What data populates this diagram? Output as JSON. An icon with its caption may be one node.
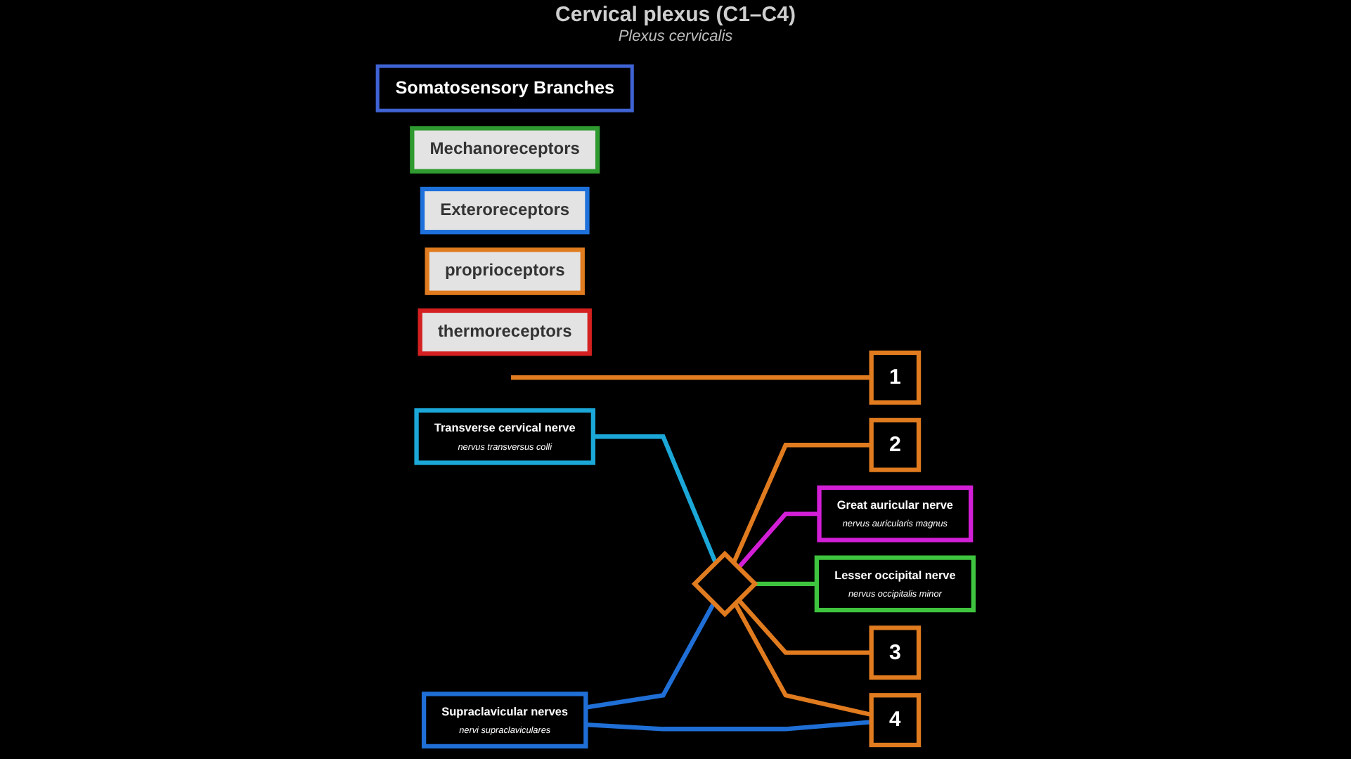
{
  "diagram": {
    "title": "Cervical plexus (C1–C4)",
    "nodes": [
      {
        "text": [
          "Somatosensory Branches"
        ]
      },
      {
        "text": [
          "Mechanoreceptors"
        ]
      },
      {
        "text": [
          "Exteroreceptors"
        ]
      },
      {
        "text": [
          "proprioceptors"
        ]
      },
      {
        "text": [
          "thermoreceptors"
        ]
      },
      {
        "text": [
          "1"
        ]
      },
      {
        "text": [
          "2"
        ]
      },
      {
        "text": [
          "Transverse cervical nerve",
          "nervus transversus colli"
        ]
      },
      {
        "text": [],
        "shape": "diamond"
      },
      {
        "text": [
          "Great auricular nerve",
          "nervus auricularis magnus"
        ]
      },
      {
        "text": [
          "Lesser occipital nerve",
          "nervus occipitalis minor"
        ]
      },
      {
        "text": [
          "3"
        ]
      },
      {
        "text": [
          "4"
        ]
      },
      {
        "text": [
          "Supraclavicular nerves",
          "nervi supraclaviculares"
        ]
      }
    ],
    "edges": [
      {
        "from": null,
        "to": 5,
        "arrow": "none"
      },
      {
        "from": 7,
        "to": 8,
        "arrow": "none",
        "color": "#1ba8d8"
      },
      {
        "from": 8,
        "to": 6,
        "arrow": "none"
      },
      {
        "from": 8,
        "to": 9,
        "arrow": "none",
        "color": "#d21fd6"
      },
      {
        "from": 8,
        "to": 10,
        "arrow": "none",
        "color": "#3ec43e"
      },
      {
        "from": 8,
        "to": 11,
        "arrow": "none"
      },
      {
        "from": 8,
        "to": 12,
        "arrow": "none"
      },
      {
        "from": 13,
        "to": 8,
        "arrow": "none",
        "color": "#1f6fd6"
      },
      {
        "from": 13,
        "to": 12,
        "arrow": "none",
        "color": "#1f6fd6"
      }
    ],
    "labels": [
      "Plexus cervicalis"
    ]
  }
}
